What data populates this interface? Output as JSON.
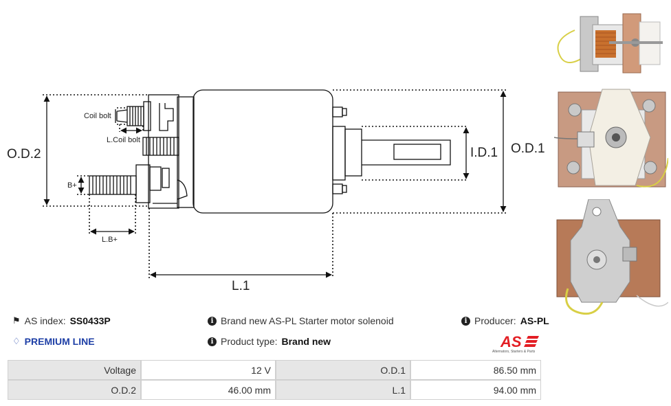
{
  "drawing": {
    "labels": {
      "od2": "O.D.2",
      "od1": "O.D.1",
      "id1": "I.D.1",
      "l1": "L.1",
      "coil_bolt": "Coil bolt",
      "l_coil_bolt": "L.Coil bolt",
      "b_plus": "B+",
      "l_b_plus": "L.B+"
    }
  },
  "photos": [
    {
      "name": "solenoid-side-photo"
    },
    {
      "name": "solenoid-terminal-photo"
    },
    {
      "name": "solenoid-bracket-photo"
    }
  ],
  "info": {
    "index_label": "AS index:",
    "index_value": "SS0433P",
    "description": "Brand new AS-PL Starter motor solenoid",
    "producer_label": "Producer:",
    "producer_value": "AS-PL",
    "premium": "PREMIUM LINE",
    "type_label": "Product type:",
    "type_value": "Brand new",
    "logo_text": "AS",
    "logo_tagline": "Alternators, Starters & Parts"
  },
  "colors": {
    "premium": "#1e3fa6",
    "logo_red": "#e31e24"
  },
  "specs": [
    {
      "label1": "Voltage",
      "value1": "12 V",
      "label2": "O.D.1",
      "value2": "86.50 mm"
    },
    {
      "label1": "O.D.2",
      "value1": "46.00 mm",
      "label2": "L.1",
      "value2": "94.00 mm"
    }
  ]
}
